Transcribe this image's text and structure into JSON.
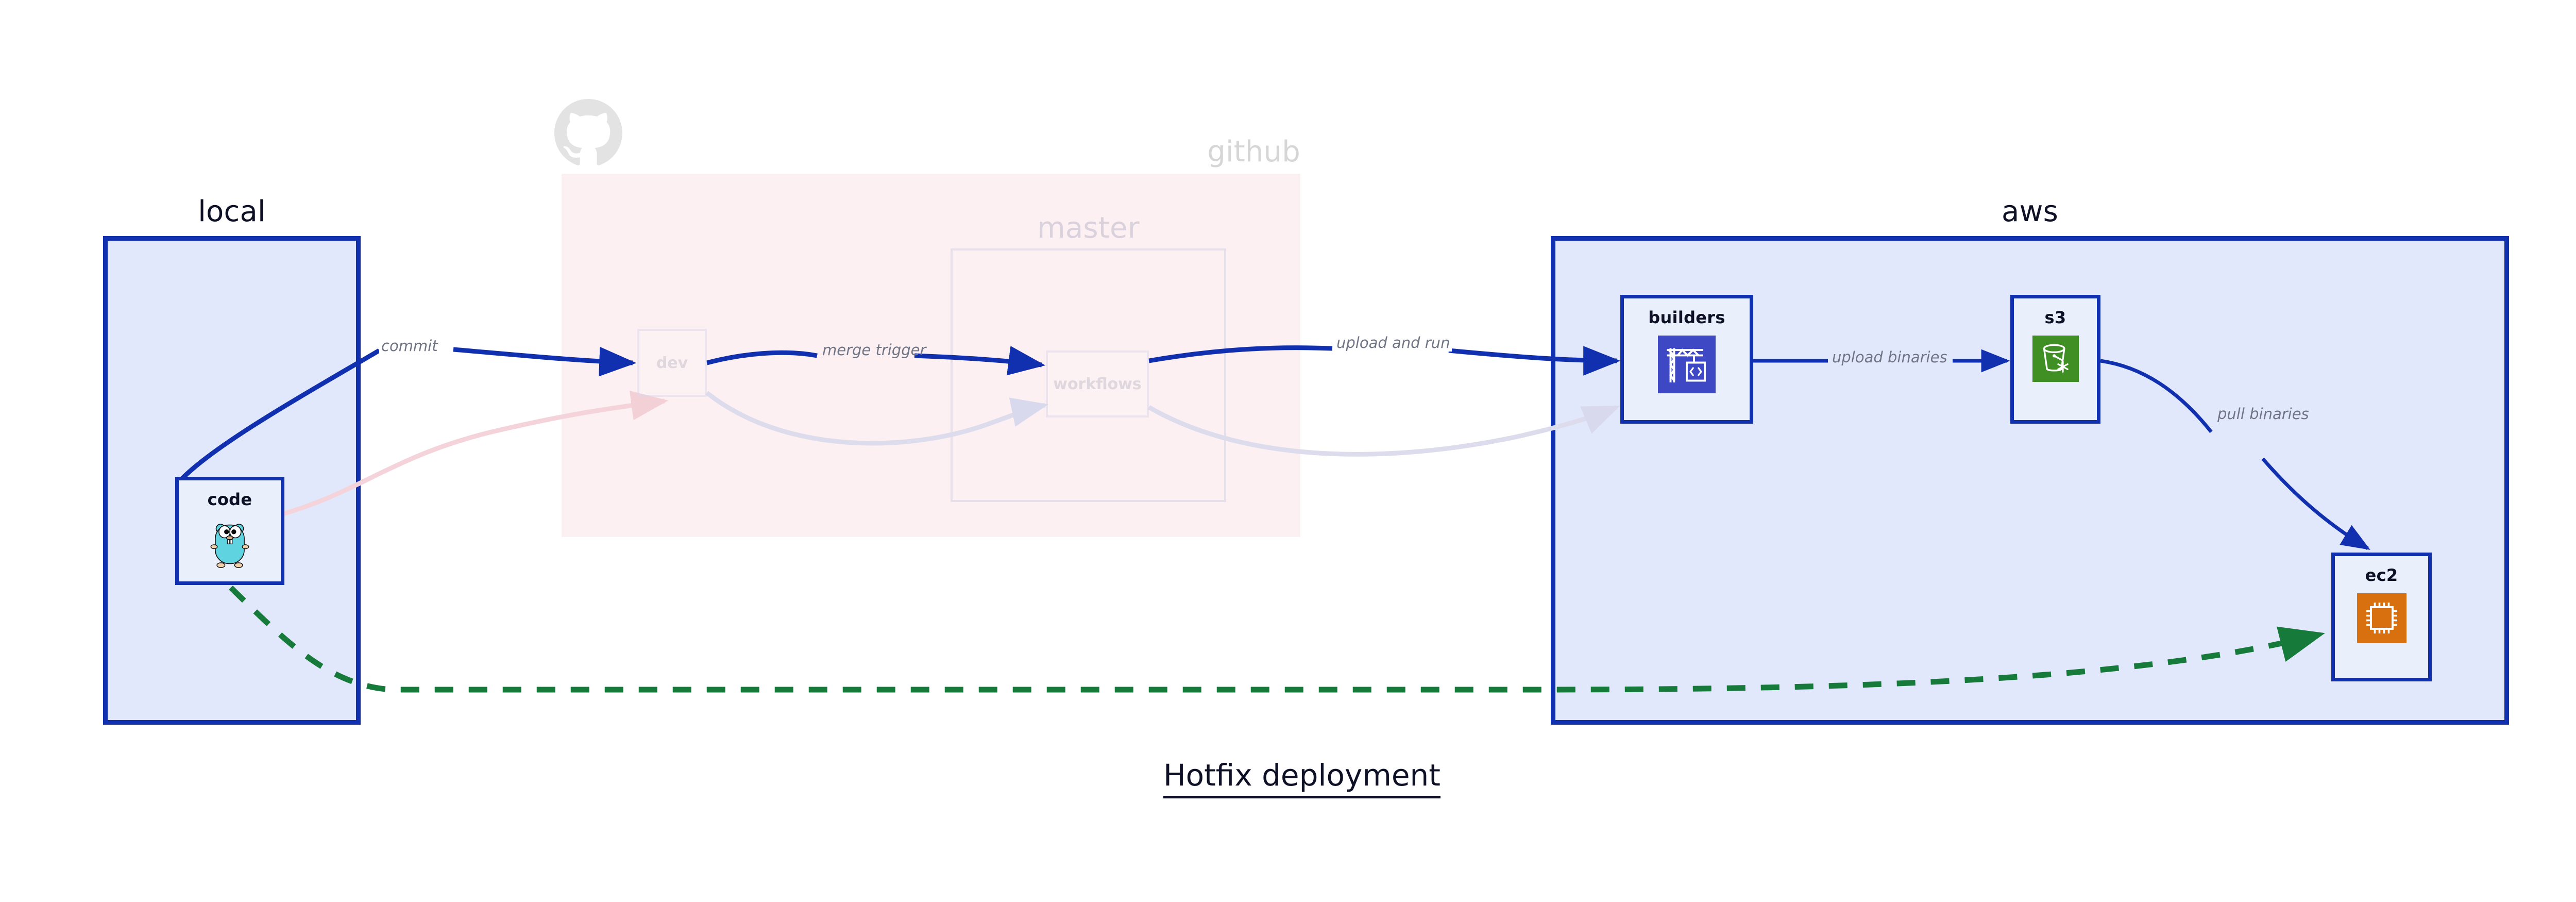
{
  "title": "Hotfix deployment",
  "groups": [
    {
      "id": "local",
      "label": "local"
    },
    {
      "id": "github",
      "label": "github"
    },
    {
      "id": "master",
      "label": "master"
    },
    {
      "id": "aws",
      "label": "aws"
    }
  ],
  "nodes": [
    {
      "id": "code",
      "label": "code",
      "icon": "go-gopher-icon",
      "state": "active"
    },
    {
      "id": "dev",
      "label": "dev",
      "icon": "none",
      "state": "faded"
    },
    {
      "id": "workflows",
      "label": "workflows",
      "icon": "none",
      "state": "faded"
    },
    {
      "id": "builders",
      "label": "builders",
      "icon": "aws-codebuild-icon",
      "state": "active"
    },
    {
      "id": "s3",
      "label": "s3",
      "icon": "aws-s3-glacier-icon",
      "state": "active"
    },
    {
      "id": "ec2",
      "label": "ec2",
      "icon": "aws-ec2-cpu-icon",
      "state": "active"
    }
  ],
  "edges": [
    {
      "id": "commit",
      "label": "commit",
      "from": "code",
      "to": "dev",
      "style": "solid-blue"
    },
    {
      "id": "merge-trigger",
      "label": "merge trigger",
      "from": "dev",
      "to": "workflows",
      "style": "solid-blue"
    },
    {
      "id": "upload-and-run",
      "label": "upload and run",
      "from": "workflows",
      "to": "builders",
      "style": "solid-blue"
    },
    {
      "id": "upload-binaries",
      "label": "upload binaries",
      "from": "builders",
      "to": "s3",
      "style": "solid-blue"
    },
    {
      "id": "pull-binaries",
      "label": "pull binaries",
      "from": "s3",
      "to": "ec2",
      "style": "solid-blue"
    },
    {
      "id": "hotfix-direct",
      "label": "",
      "from": "code",
      "to": "ec2",
      "style": "dashed-green"
    },
    {
      "id": "faded-return-a",
      "label": "",
      "from": "code",
      "to": "dev",
      "style": "faded-pink"
    },
    {
      "id": "faded-return-b",
      "label": "",
      "from": "dev",
      "to": "workflows",
      "style": "faded-lavender"
    },
    {
      "id": "faded-return-c",
      "label": "",
      "from": "workflows",
      "to": "builders",
      "style": "faded-lavender"
    }
  ],
  "logos": [
    {
      "id": "github-octocat",
      "name": "github-octocat-icon"
    }
  ],
  "colors": {
    "accent_blue": "#1130b0",
    "group_fill_blue": "#e2e8fb",
    "group_fill_pink": "#fae3e8",
    "node_fill": "#eaeffc",
    "label_gray": "#6f7585",
    "dark_navy": "#0e1025",
    "dashed_green": "#167b3a",
    "codebuild_purple": "#3f48c4",
    "s3_green": "#3f8f25",
    "ec2_orange": "#d9700f",
    "gopher_cyan": "#5fd3e0",
    "faded_gray": "#d9d6e8"
  }
}
